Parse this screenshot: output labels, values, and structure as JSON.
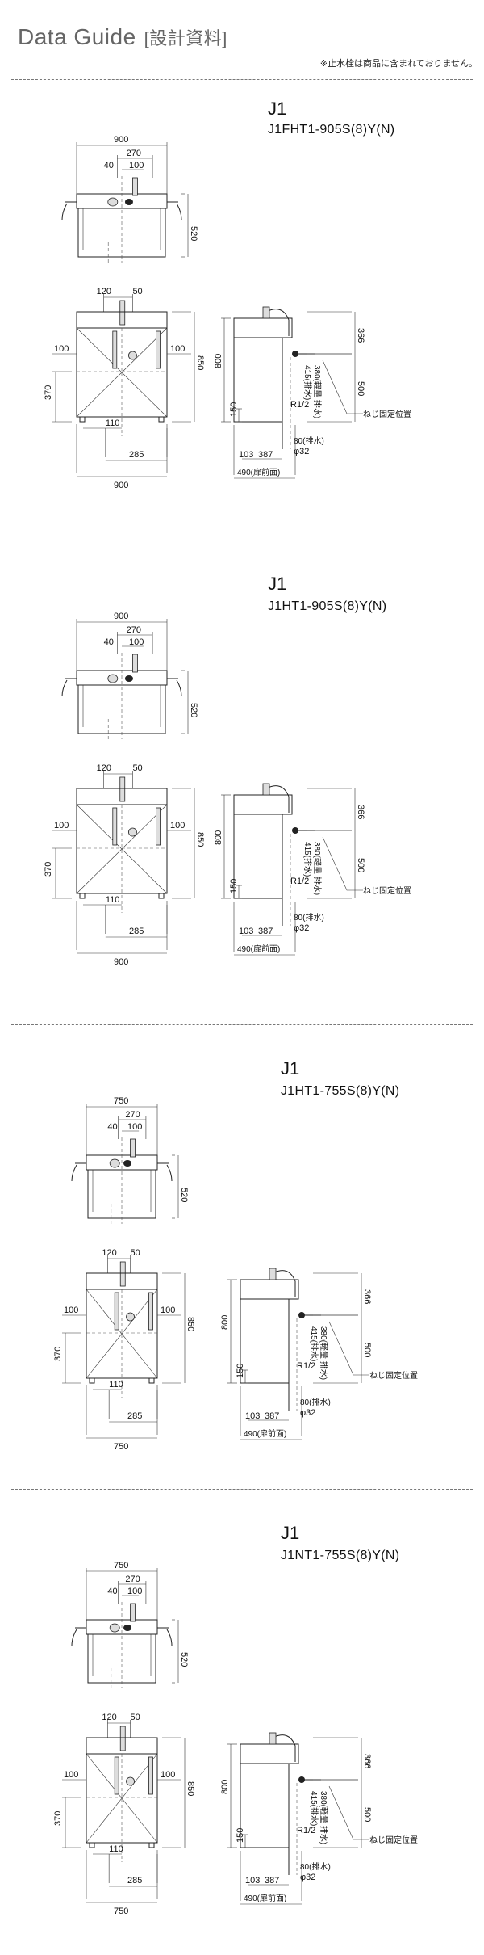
{
  "header": {
    "title": "Data Guide",
    "subtitle": "[設計資料]",
    "note": "※止水栓は商品に含まれておりません。"
  },
  "labels": {
    "drain_height": "415(排水)",
    "drain_height_alt": "380(軽量 排水)",
    "pipe_size": "R1/2",
    "drain_80": "80(排水)",
    "drain_dia": "φ32",
    "front_depth": "490(扉前面)",
    "screw_pos": "ねじ固定位置"
  },
  "sections": [
    {
      "series": "J1",
      "model": "J1FHT1-905S(8)Y(N)",
      "top": {
        "width": "900",
        "d270": "270",
        "d40": "40",
        "d100": "100",
        "depth": "520"
      },
      "front": {
        "d120": "120",
        "d50": "50",
        "side_left": "100",
        "side_right": "100",
        "h850": "850",
        "h800": "800",
        "h370": "370",
        "d110": "110",
        "d285": "285",
        "width": "900"
      },
      "side": {
        "h366": "366",
        "h500": "500",
        "h150": "150",
        "d103": "103",
        "d387": "387"
      }
    },
    {
      "series": "J1",
      "model": "J1HT1-905S(8)Y(N)",
      "top": {
        "width": "900",
        "d270": "270",
        "d40": "40",
        "d100": "100",
        "depth": "520"
      },
      "front": {
        "d120": "120",
        "d50": "50",
        "side_left": "100",
        "side_right": "100",
        "h850": "850",
        "h800": "800",
        "h370": "370",
        "d110": "110",
        "d285": "285",
        "width": "900"
      },
      "side": {
        "h366": "366",
        "h500": "500",
        "h150": "150",
        "d103": "103",
        "d387": "387"
      }
    },
    {
      "series": "J1",
      "model": "J1HT1-755S(8)Y(N)",
      "top": {
        "width": "750",
        "d270": "270",
        "d40": "40",
        "d100": "100",
        "depth": "520"
      },
      "front": {
        "d120": "120",
        "d50": "50",
        "side_left": "100",
        "side_right": "100",
        "h850": "850",
        "h800": "800",
        "h370": "370",
        "d110": "110",
        "d285": "285",
        "width": "750"
      },
      "side": {
        "h366": "366",
        "h500": "500",
        "h150": "150",
        "d103": "103",
        "d387": "387"
      }
    },
    {
      "series": "J1",
      "model": "J1NT1-755S(8)Y(N)",
      "top": {
        "width": "750",
        "d270": "270",
        "d40": "40",
        "d100": "100",
        "depth": "520"
      },
      "front": {
        "d120": "120",
        "d50": "50",
        "side_left": "100",
        "side_right": "100",
        "h850": "850",
        "h800": "800",
        "h370": "370",
        "d110": "110",
        "d285": "285",
        "width": "750"
      },
      "side": {
        "h366": "366",
        "h500": "500",
        "h150": "150",
        "d103": "103",
        "d387": "387"
      }
    }
  ]
}
